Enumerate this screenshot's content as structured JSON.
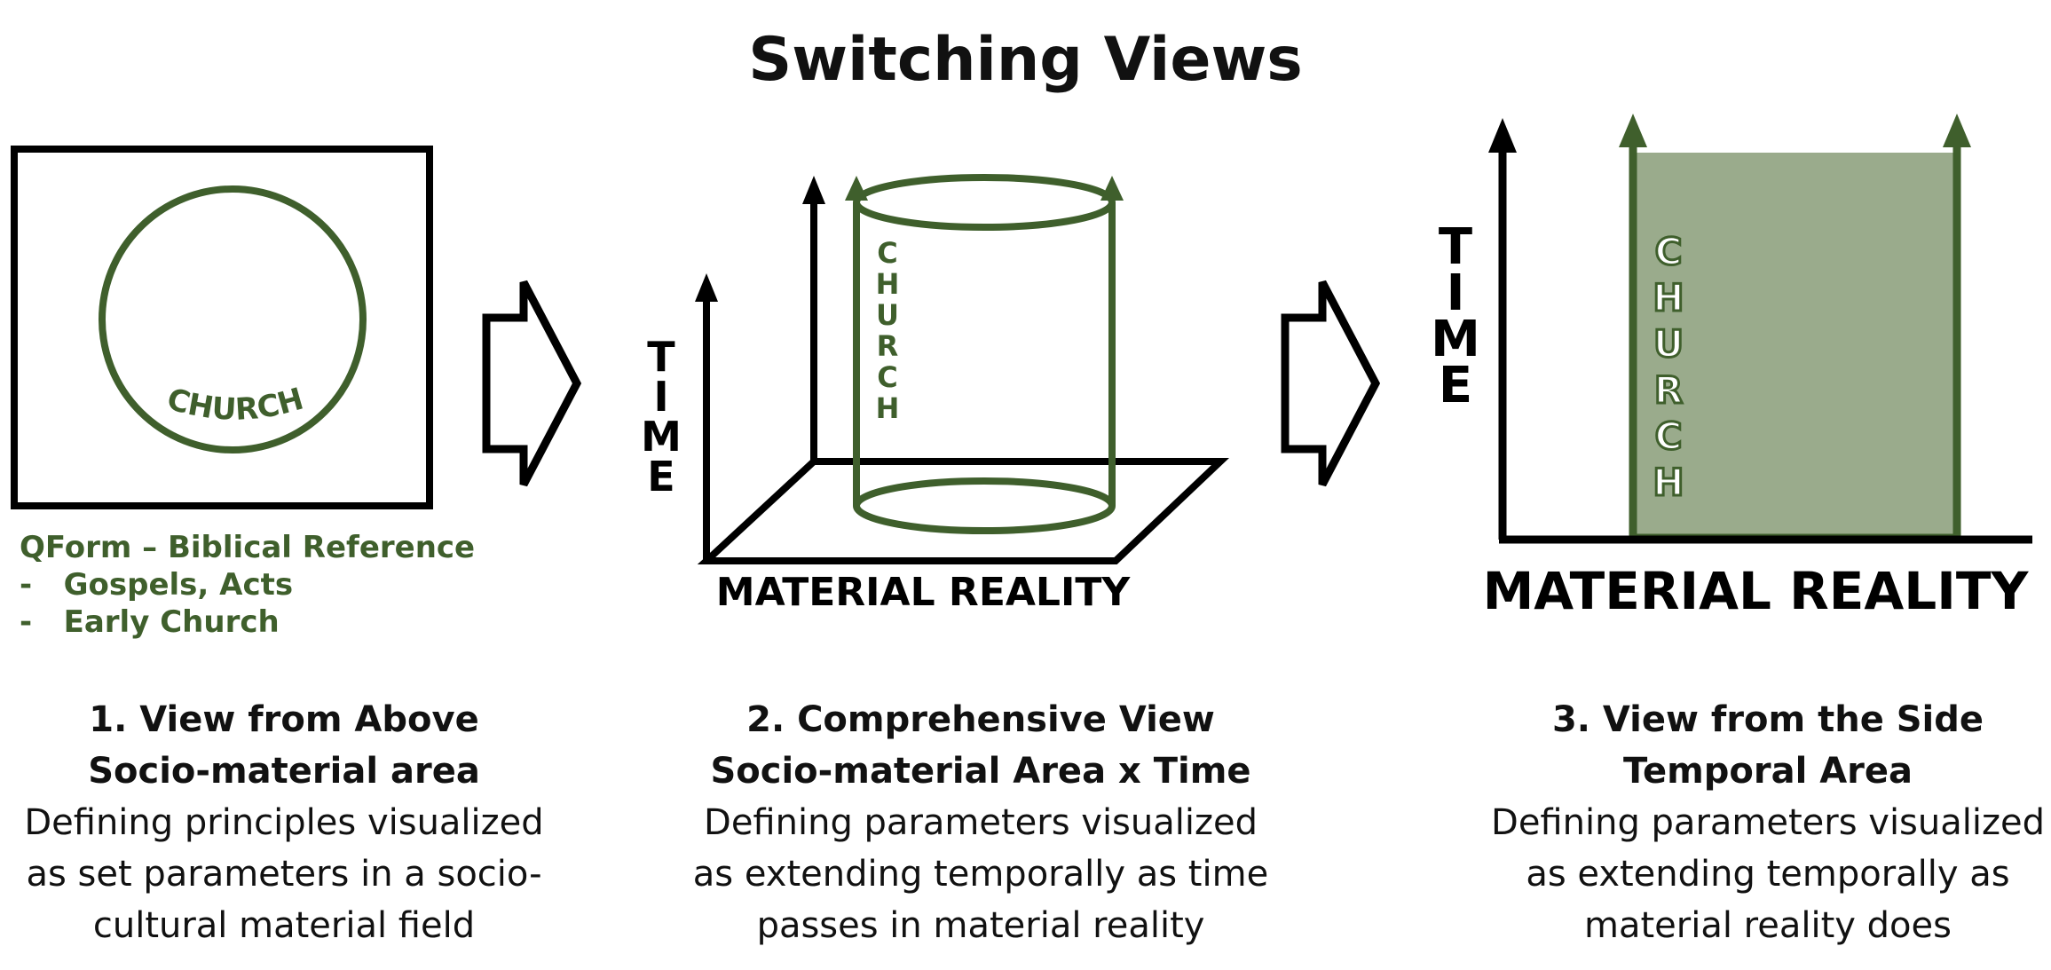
{
  "title": "Switching Views",
  "colors": {
    "green": "#3f5f2c",
    "green_fill": "#9aab8c",
    "black": "#000000"
  },
  "panel1": {
    "circle_label": "CHURCH",
    "reference_title": "QForm – Biblical Reference",
    "reference_items": [
      "-   Gospels, Acts",
      "-   Early Church"
    ]
  },
  "panel2": {
    "axis_y": "TIME",
    "axis_x": "MATERIAL REALITY",
    "cylinder_label": "CHURCH"
  },
  "panel3": {
    "axis_y": "TIME",
    "axis_x": "MATERIAL REALITY",
    "area_label": "CHURCH"
  },
  "captions": [
    {
      "heading": "1. View from Above",
      "subheading": "Socio-material area",
      "lines": [
        "Defining principles visualized",
        "as set parameters in a socio-",
        "cultural material field"
      ]
    },
    {
      "heading": "2. Comprehensive View",
      "subheading": "Socio-material Area x Time",
      "lines": [
        "Defining parameters visualized",
        "as extending temporally as time",
        "passes in material reality"
      ]
    },
    {
      "heading": "3. View from the Side",
      "subheading": "Temporal Area",
      "lines": [
        "Defining parameters visualized",
        "as extending temporally as",
        "material reality does"
      ]
    }
  ]
}
